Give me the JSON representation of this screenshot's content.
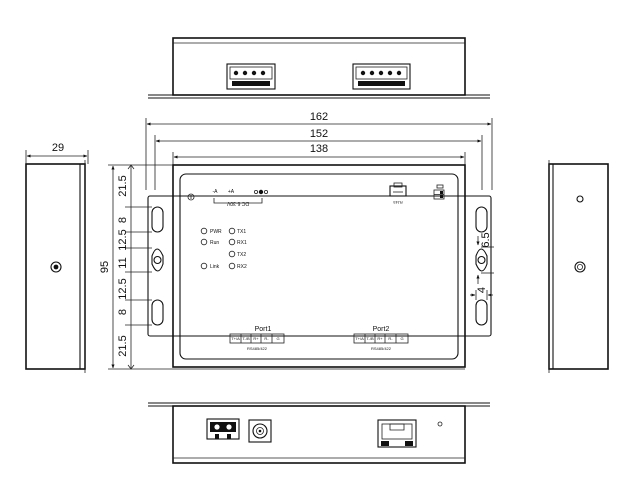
{
  "dimensions": {
    "side_width": "29",
    "width_outer": "162",
    "width_mid": "152",
    "width_inner": "138",
    "height_total": "95",
    "left_chain": [
      "21.5",
      "8",
      "12.5",
      "11",
      "12.5",
      "8",
      "21.5"
    ],
    "hole_height": "6.5",
    "hole_width": "4"
  },
  "front_panel": {
    "power_label_pos": "+A",
    "power_label_neg": "-A",
    "power_label_dc": "DC 6-30V",
    "rj45_label": "RJ45",
    "leds_left": [
      "PWR",
      "Run",
      "Link"
    ],
    "leds_right": [
      "TX1",
      "RX1",
      "TX2",
      "RX2"
    ],
    "port1_name": "Port1",
    "port2_name": "Port2",
    "port_protocol": "RS485/422",
    "terminal_pins": [
      "T+/A",
      "T-/B",
      "R+",
      "R-",
      "G"
    ]
  },
  "colors": {
    "line": "#111111",
    "background": "#ffffff"
  }
}
